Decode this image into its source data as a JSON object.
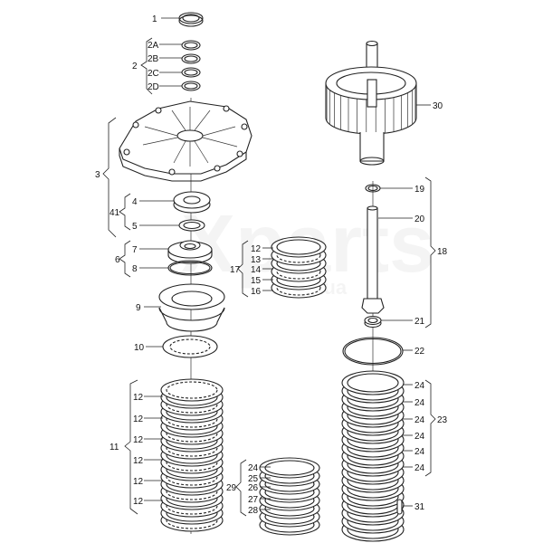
{
  "diagram": {
    "title": "Transmission clutch assembly exploded view",
    "watermark": [
      "Xparts",
      ".com.ua"
    ],
    "callouts": [
      "1",
      "2A",
      "2B",
      "2C",
      "2D",
      "2",
      "3",
      "4",
      "41",
      "5",
      "7",
      "6",
      "8",
      "9",
      "10",
      "12",
      "12",
      "12",
      "12",
      "12",
      "12",
      "11",
      "17",
      "12",
      "13",
      "14",
      "15",
      "16",
      "30",
      "19",
      "20",
      "18",
      "21",
      "22",
      "24",
      "24",
      "24",
      "24",
      "24",
      "24",
      "23",
      "29",
      "24",
      "25",
      "26",
      "27",
      "28",
      "31"
    ]
  }
}
